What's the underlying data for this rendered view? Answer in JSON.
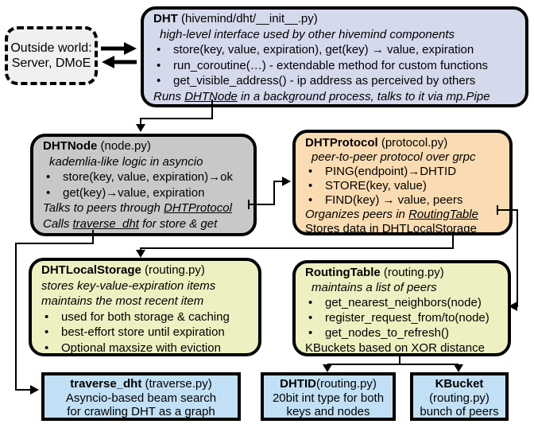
{
  "colors": {
    "dht_fill": "#d5d9ec",
    "node_fill": "#c8c8c8",
    "protocol_fill": "#fbdcb2",
    "storage_fill": "#eef0c2",
    "blue_fill": "#c2e0f5",
    "outside_fill": "#f0f0f0",
    "line": "#000000"
  },
  "ui": {
    "bullet": "•"
  },
  "outside_world": {
    "line1": "Outside world:",
    "line2": "Server, DMoE"
  },
  "dht": {
    "name": "DHT",
    "file": " (hivemind/dht/__init__.py)",
    "subtitle": "high-level interface used by other hivemind components",
    "bullets": [
      "store(key, value, expiration), get(key) → value, expiration",
      "run_coroutine(…) - extendable method for custom functions",
      "get_visible_address() - ip address as perceived by others"
    ],
    "footer": {
      "pre": "Runs ",
      "link": "DHTNode",
      "post": " in a background process, talks to it via mp.Pipe"
    }
  },
  "dhtnode": {
    "name": "DHTNode",
    "file": " (node.py)",
    "subtitle": "kademlia-like logic in asyncio",
    "bullets": [
      "store(key, value, expiration)→ok",
      "get(key)→value, expiration"
    ],
    "footer1": {
      "pre": "Talks to peers through ",
      "link": "DHTProtocol"
    },
    "footer2": {
      "pre": "Calls ",
      "link": "traverse_dht",
      "post": " for store & get"
    }
  },
  "dhtprotocol": {
    "name": "DHTProtocol",
    "file": " (protocol.py)",
    "subtitle": "peer-to-peer protocol over grpc",
    "bullets": [
      "PING(endpoint)→DHTID",
      "STORE(key, value)",
      "FIND(key) → value, peers"
    ],
    "footer1": {
      "pre": "Organizes peers in ",
      "link": "RoutingTable"
    },
    "footer2": {
      "pre": "Stores data in DHT",
      "link": "LocalStorage"
    }
  },
  "dhtlocalstorage": {
    "name": "DHTLocalStorage",
    "file": " (routing.py)",
    "subtitle1": "stores key-value-expiration items",
    "subtitle2": "maintains the most recent item",
    "bullets": [
      "used for both storage & caching",
      "best-effort store until expiration",
      "Optional maxsize with eviction"
    ]
  },
  "routingtable": {
    "name": "RoutingTable",
    "file": " (routing.py)",
    "subtitle": "maintains a list of peers",
    "bullets": [
      "get_nearest_neighbors(node)",
      "register_request_from/to(node)",
      "get_nodes_to_refresh()"
    ],
    "footer": "KBuckets based on XOR distance"
  },
  "traverse_dht": {
    "name": "traverse_dht",
    "file": " (traverse.py)",
    "line1": "Asyncio-based beam search",
    "line2": "for crawling DHT as a graph"
  },
  "dhtid": {
    "name": "DHTID",
    "file": "(routing.py)",
    "line1": "20bit int type for both",
    "line2": "keys and nodes"
  },
  "kbucket": {
    "name": "KBucket",
    "file": "(routing.py)",
    "line1": "bunch of peers"
  }
}
